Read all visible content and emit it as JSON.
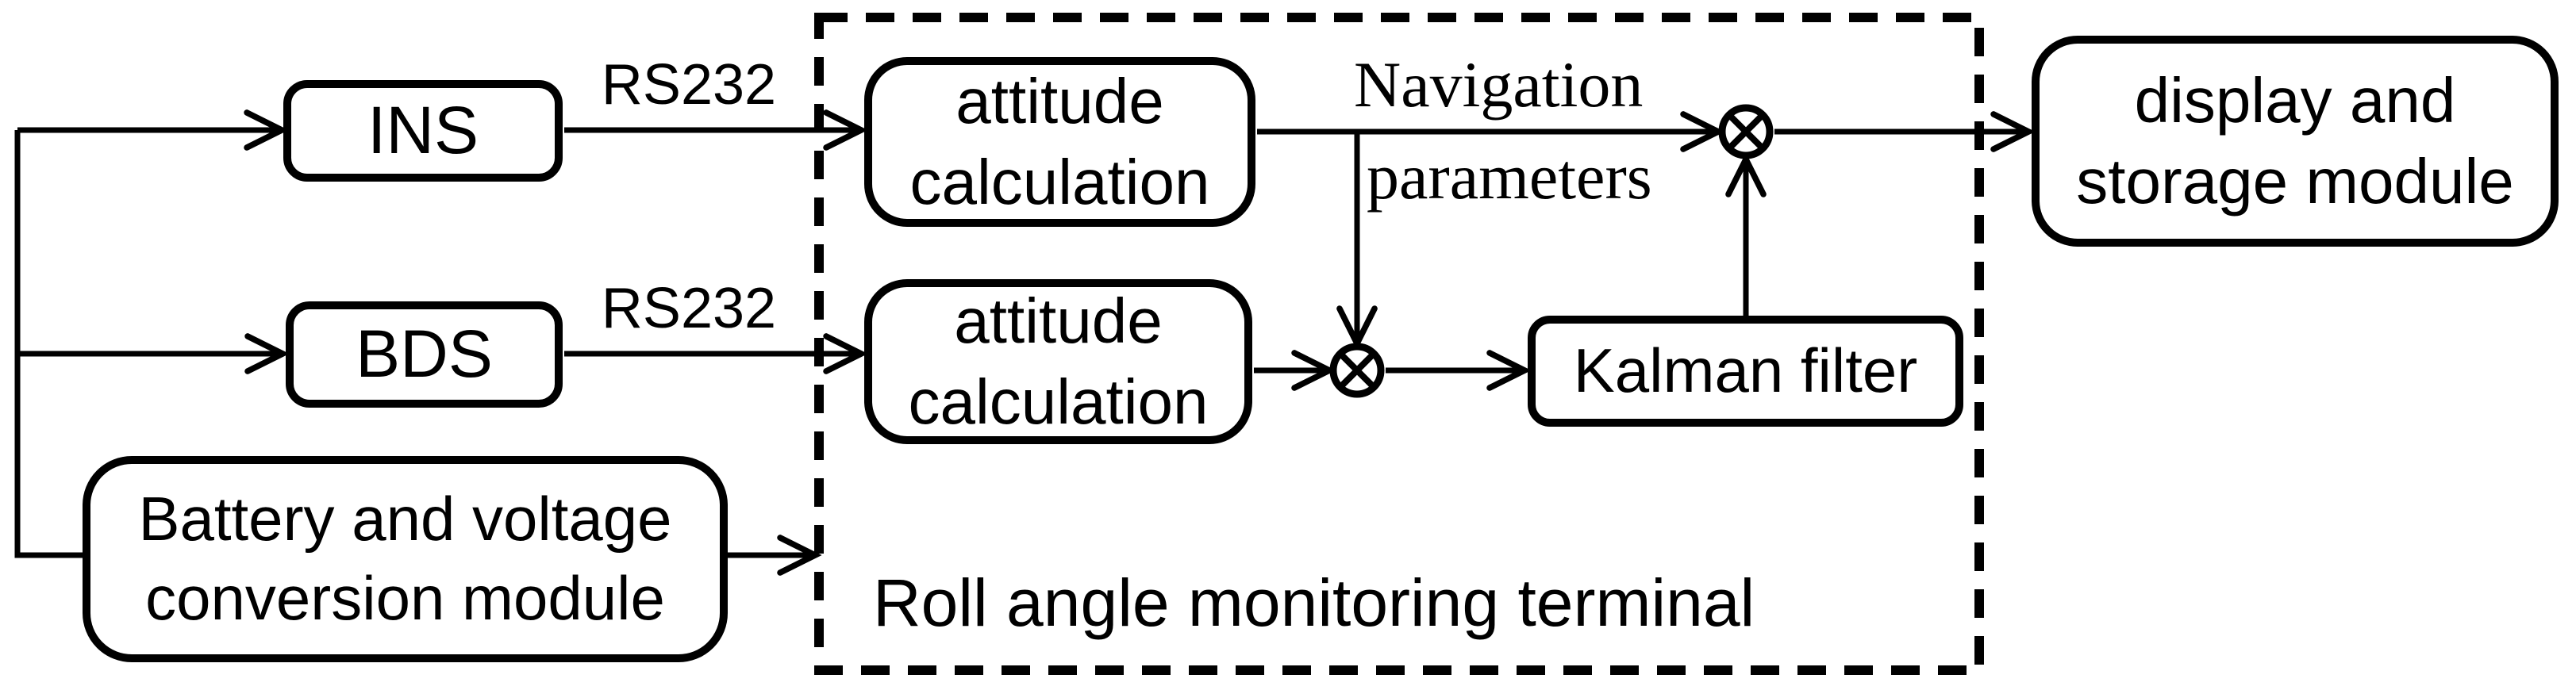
{
  "diagram": {
    "kind": "block-diagram",
    "colors": {
      "stroke": "#000000",
      "background": "#ffffff"
    }
  },
  "nodes": {
    "ins": {
      "label": "INS"
    },
    "bds": {
      "label": "BDS"
    },
    "battery": {
      "lines": [
        "Battery and voltage",
        "conversion module"
      ]
    },
    "attitude_calculation_top": {
      "lines": [
        "attitude",
        "calculation"
      ]
    },
    "attitude_calculation_bottom": {
      "lines": [
        "attitude",
        "calculation"
      ]
    },
    "kalman_filter": {
      "label": "Kalman filter"
    },
    "display_storage": {
      "lines": [
        "display and",
        "storage module"
      ]
    }
  },
  "labels": {
    "rs232_ins": "RS232",
    "rs232_bds": "RS232",
    "navigation_parameters": {
      "lines": [
        "Navigation",
        "parameters"
      ]
    },
    "terminal_caption": "Roll angle monitoring terminal"
  },
  "icons": {
    "multiply_junction": "circled-times ⊗"
  }
}
